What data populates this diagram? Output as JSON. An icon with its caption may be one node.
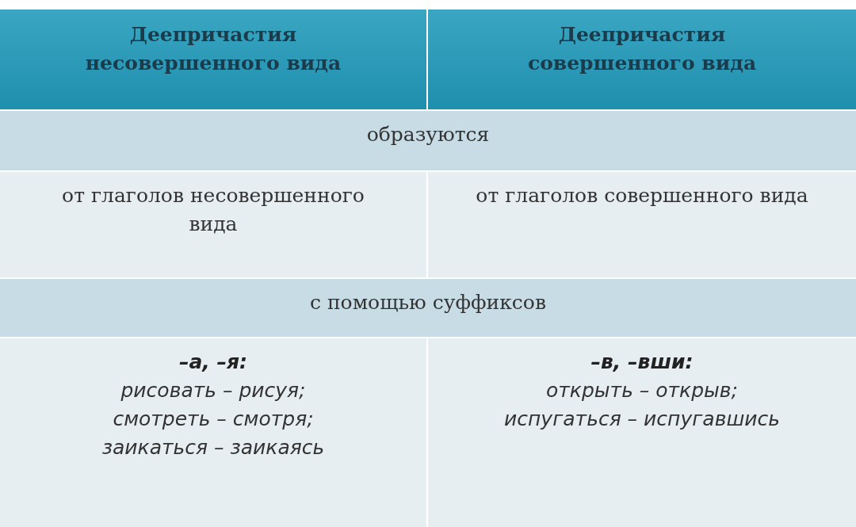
{
  "diagram": {
    "labels": [
      "Деепричастия несовершенного вида",
      "Деепричастия совершенного вида",
      "образуются",
      "от глаголов несовершенного вида",
      "от глаголов совершенного вида",
      "с помощью суффиксов",
      "–а, –я:",
      "рисовать – рисуя;",
      "смотреть – смотря;",
      "заикаться – заикаясь",
      "–в, –вши:",
      "открыть – открыв;",
      "испугаться – испугавшись"
    ]
  }
}
